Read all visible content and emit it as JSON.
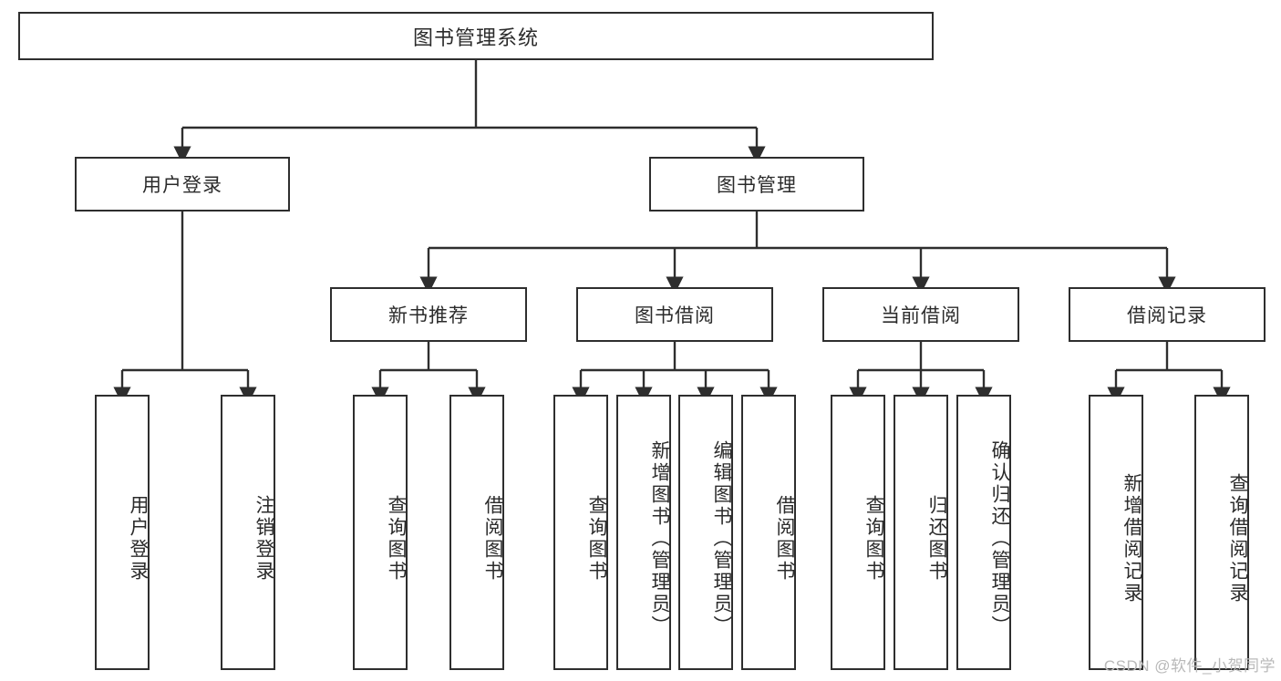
{
  "diagram": {
    "title": "图书管理系统",
    "type": "hierarchy-tree",
    "root": {
      "label": "图书管理系统"
    },
    "level2": [
      {
        "label": "用户登录"
      },
      {
        "label": "图书管理"
      }
    ],
    "level3": [
      {
        "label": "新书推荐"
      },
      {
        "label": "图书借阅"
      },
      {
        "label": "当前借阅"
      },
      {
        "label": "借阅记录"
      }
    ],
    "leaves": {
      "user_login": [
        {
          "label": "用户登录"
        },
        {
          "label": "注销登录"
        }
      ],
      "new_book_recommend": [
        {
          "label": "查询图书"
        },
        {
          "label": "借阅图书"
        }
      ],
      "book_borrow": [
        {
          "label": "查询图书"
        },
        {
          "label": "新增图书（管理员）"
        },
        {
          "label": "编辑图书（管理员）"
        },
        {
          "label": "借阅图书"
        }
      ],
      "current_borrow": [
        {
          "label": "查询图书"
        },
        {
          "label": "归还图书"
        },
        {
          "label": "确认归还（管理员）"
        }
      ],
      "borrow_record": [
        {
          "label": "新增借阅记录"
        },
        {
          "label": "查询借阅记录"
        }
      ]
    }
  },
  "watermark": {
    "text": "CSDN @软件_小贺同学"
  },
  "colors": {
    "border": "#2e2e2e",
    "text": "#2b2b2b",
    "background": "#ffffff",
    "watermark": "#b9b9b9"
  }
}
